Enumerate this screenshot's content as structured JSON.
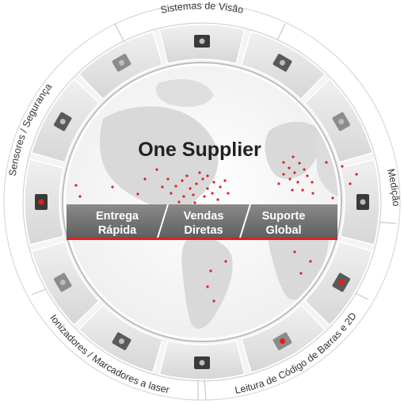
{
  "center": {
    "title": "One Supplier",
    "banner": [
      {
        "line1": "Entrega",
        "line2": "Rápida"
      },
      {
        "line1": "Vendas",
        "line2": "Diretas"
      },
      {
        "line1": "Suporte",
        "line2": "Global"
      }
    ]
  },
  "segments": [
    {
      "label": "Sistemas de Visão"
    },
    {
      "label": "Medição"
    },
    {
      "label": "Leitura de Código de Barras e 2D"
    },
    {
      "label": "Ionizadores / Marcadores a laser"
    },
    {
      "label": "Sensores / Segurança"
    }
  ],
  "colors": {
    "accent_red": "#e02020",
    "banner_gray": "#6e6e6e",
    "ring_outer": "#f4f4f4",
    "tile": "#e4e4e4",
    "map": "#d8d8d8"
  },
  "icons": [
    "vision-camera-icon",
    "controller-icon",
    "linear-scale-icon",
    "probe-icon",
    "laser-sensor-icon",
    "barcode-reader-icon",
    "handheld-scanner-icon",
    "marker-icon",
    "ionizer-icon",
    "photoelectric-icon",
    "fiber-sensor-icon",
    "light-curtain-icon"
  ]
}
